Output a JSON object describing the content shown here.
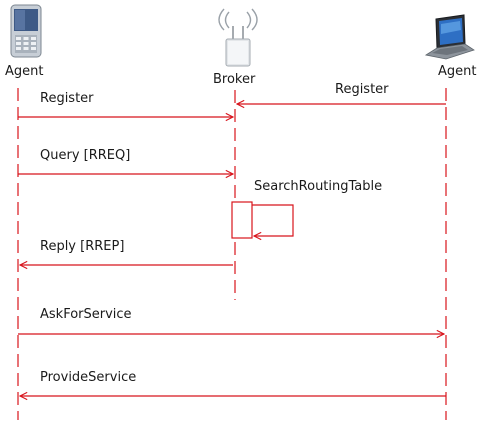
{
  "colors": {
    "line": "#d8141c",
    "text": "#1a1a1a"
  },
  "participants": [
    {
      "id": "agent-left",
      "label": "Agent",
      "icon": "smartphone-icon"
    },
    {
      "id": "broker",
      "label": "Broker",
      "icon": "wireless-router-icon"
    },
    {
      "id": "agent-right",
      "label": "Agent",
      "icon": "laptop-icon"
    }
  ],
  "messages": [
    {
      "id": "register-left",
      "label": "Register",
      "from": "agent-left",
      "to": "broker"
    },
    {
      "id": "register-right",
      "label": "Register",
      "from": "agent-right",
      "to": "broker"
    },
    {
      "id": "query",
      "label": "Query [RREQ]",
      "from": "agent-left",
      "to": "broker"
    },
    {
      "id": "search",
      "label": "SearchRoutingTable",
      "from": "broker",
      "to": "broker"
    },
    {
      "id": "reply",
      "label": "Reply [RREP]",
      "from": "broker",
      "to": "agent-left"
    },
    {
      "id": "ask",
      "label": "AskForService",
      "from": "agent-left",
      "to": "agent-right"
    },
    {
      "id": "provide",
      "label": "ProvideService",
      "from": "agent-right",
      "to": "agent-left"
    }
  ]
}
